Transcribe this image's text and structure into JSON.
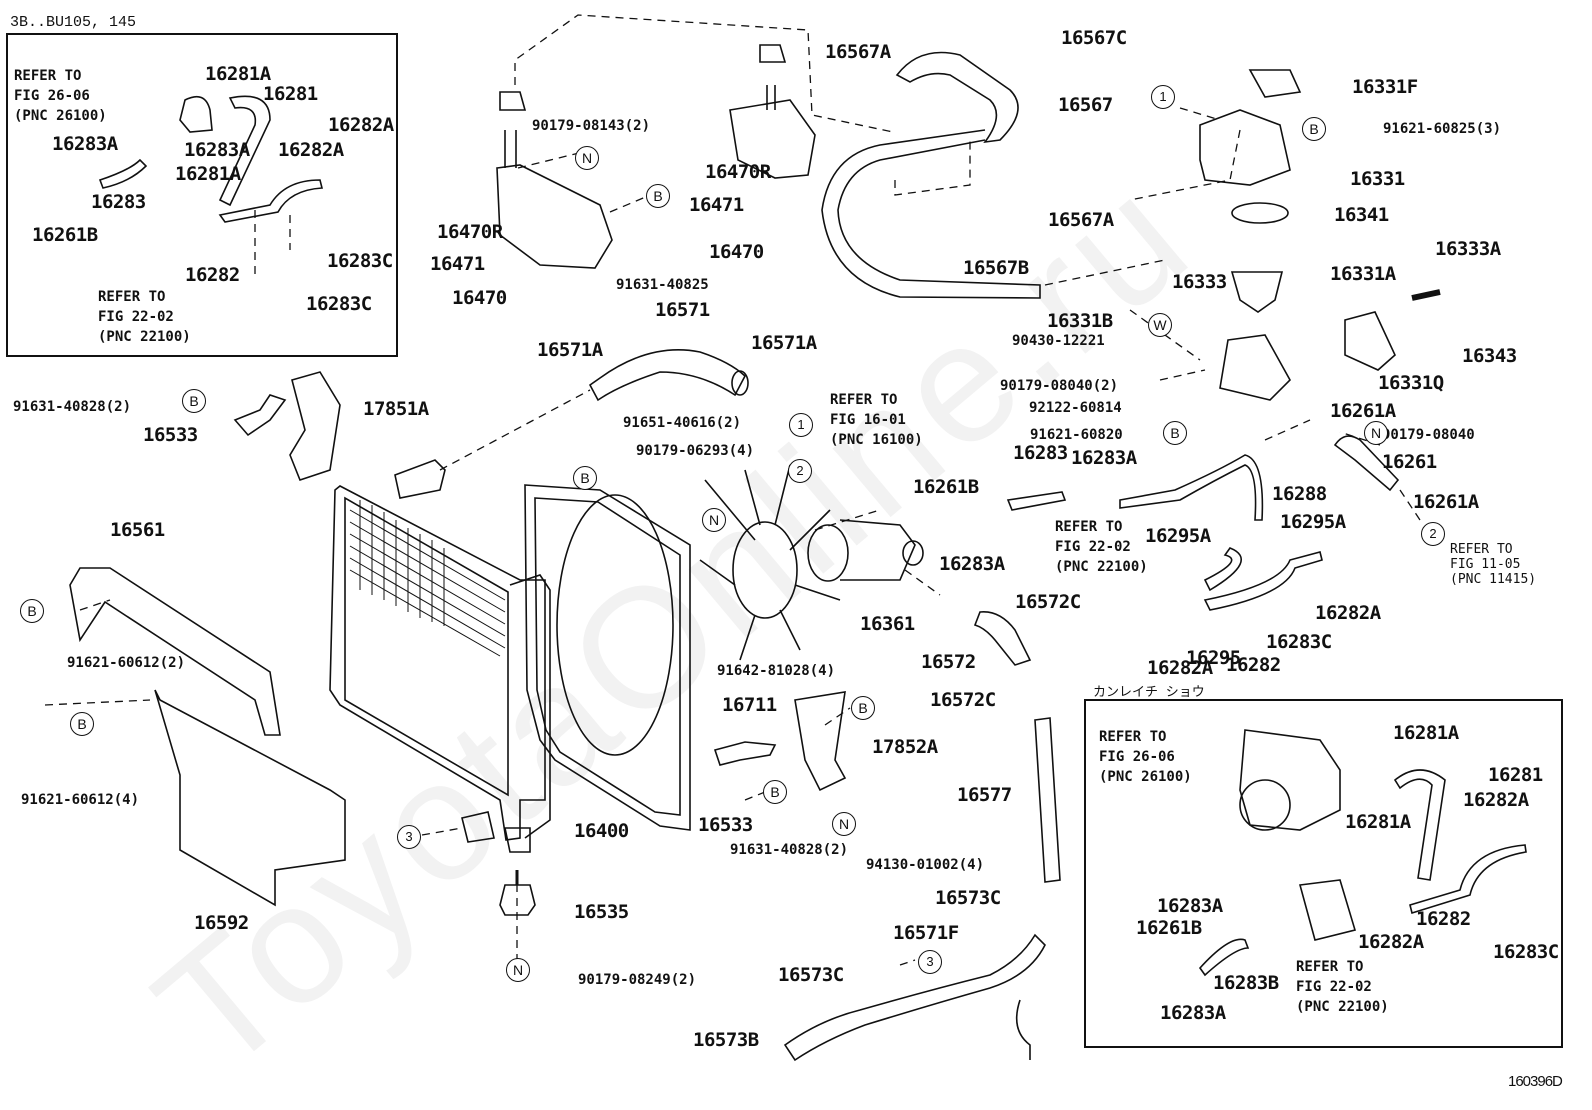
{
  "header": {
    "model_code": "3B..BU105, 145",
    "figure_id": "160396D"
  },
  "watermark": "ToyotaOnline.ru",
  "inset_top_left": {
    "notes": [
      {
        "text": "REFER TO\nFIG 26-06\n(PNC 26100)"
      },
      {
        "text": "REFER TO\nFIG 22-02\n(PNC 22100)"
      }
    ],
    "labels": [
      "16281A",
      "16281",
      "16282A",
      "16283A",
      "16283A",
      "16282A",
      "16281A",
      "16283",
      "16261B",
      "16282",
      "16283C",
      "16283C"
    ]
  },
  "inset_bottom_right": {
    "title": "カンレイチ ショウ",
    "notes": [
      {
        "text": "REFER TO\nFIG 26-06\n(PNC 26100)"
      },
      {
        "text": "REFER TO\nFIG 22-02\n(PNC 22100)"
      }
    ],
    "labels": [
      "16281A",
      "16281",
      "16282A",
      "16281A",
      "16283A",
      "16261B",
      "16282",
      "16282A",
      "16283C",
      "16283B",
      "16283A"
    ]
  },
  "main": {
    "labels": [
      "90179-08143(2)",
      "16470R",
      "16471",
      "16470",
      "91631-40825",
      "16470R",
      "16471",
      "16470",
      "16567A",
      "16567C",
      "16567",
      "16567B",
      "16567A",
      "16331F",
      "91621-60825(3)",
      "16331",
      "16341",
      "16333A",
      "16333",
      "16331A",
      "16343",
      "16331B",
      "90430-12221",
      "16331Q",
      "90179-08040(2)",
      "92122-60814",
      "91621-60820",
      "16261A",
      "90179-08040",
      "16261",
      "16283",
      "16283A",
      "16288",
      "16261A",
      "16295A",
      "16295A",
      "16282A",
      "16295",
      "16282",
      "16283C",
      "16282A",
      "16571",
      "16571A",
      "16571A",
      "91651-40616(2)",
      "90179-06293(4)",
      "16261B",
      "16283A",
      "16572C",
      "16361",
      "16572",
      "16572C",
      "91631-40828(2)",
      "16533",
      "17851A",
      "16561",
      "91621-60612(2)",
      "91621-60612(4)",
      "16592",
      "16400",
      "16535",
      "90179-08249(2)",
      "16711",
      "91642-81028(4)",
      "17852A",
      "16533",
      "91631-40828(2)",
      "94130-01002(4)",
      "16577",
      "16573C",
      "16571F",
      "16573C",
      "16573B"
    ],
    "notes": [
      {
        "text": "REFER TO\nFIG 16-01\n(PNC 16100)"
      },
      {
        "text": "REFER TO\nFIG 22-02\n(PNC 22100)"
      },
      {
        "text": "REFER TO\nFIG 11-05\n(PNC 11415)"
      }
    ],
    "symbols": {
      "bolt": "B",
      "nut": "N",
      "washer": "W",
      "ref1": "1",
      "ref2": "2",
      "ref3": "3"
    }
  }
}
